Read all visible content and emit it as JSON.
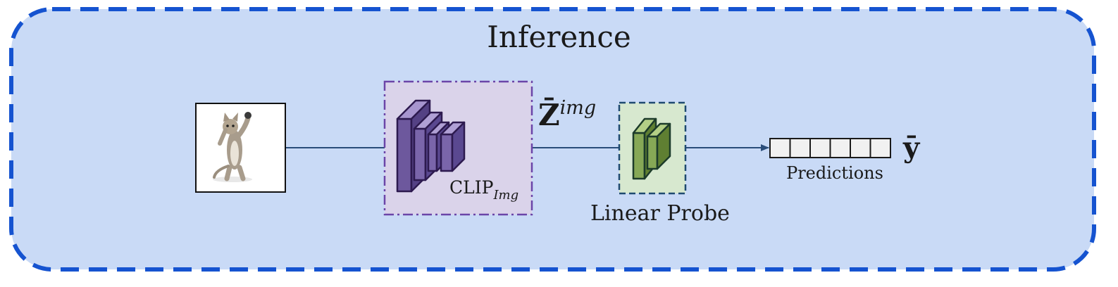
{
  "title": "Inference",
  "encoder": {
    "label_main": "CLIP",
    "label_sub": "Img"
  },
  "probe": {
    "label": "Linear Probe"
  },
  "embedding": {
    "symbol": "Z̄",
    "superscript": "img"
  },
  "output": {
    "symbol": "ȳ",
    "caption": "Predictions",
    "cells": 6
  },
  "colors": {
    "panel_fill": "#c9daf6",
    "panel_border": "#1553d0",
    "encoder_fill": "#dad3ea",
    "encoder_border": "#6b45a8",
    "encoder_blocks": "#7e68ae",
    "probe_fill": "#d7e8cf",
    "probe_border": "#1f4a70",
    "probe_blocks": "#7ea04c",
    "arrow": "#2a4d7a"
  },
  "icons": {
    "input_image": "kitten-photo-icon",
    "encoder": "conv-layers-icon",
    "probe": "linear-layers-icon"
  }
}
